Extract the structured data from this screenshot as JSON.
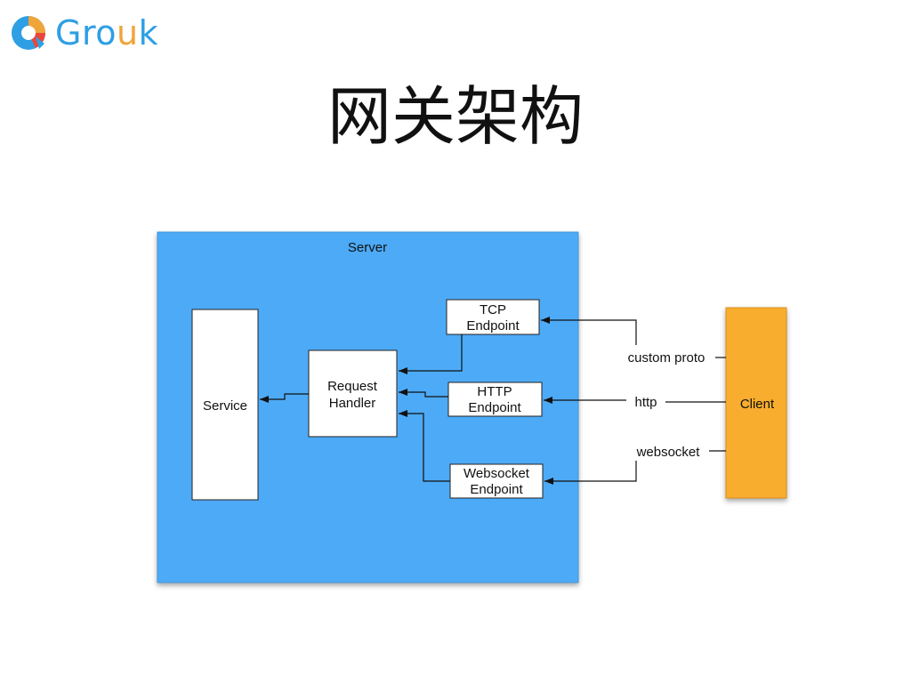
{
  "brand": {
    "name_main": "Gro",
    "name_accent": "u",
    "name_tail": "k"
  },
  "page": {
    "title": "网关架构"
  },
  "diagram": {
    "server_label": "Server",
    "service_label": "Service",
    "request_handler": [
      "Request",
      "Handler"
    ],
    "tcp_endpoint": [
      "TCP",
      "Endpoint"
    ],
    "http_endpoint": [
      "HTTP",
      "Endpoint"
    ],
    "websocket_endpoint": [
      "Websocket",
      "Endpoint"
    ],
    "client_label": "Client",
    "protocols": {
      "custom": "custom proto",
      "http": "http",
      "websocket": "websocket"
    }
  },
  "colors": {
    "server_fill": "#4eaaf6",
    "client_fill": "#f9ad2f",
    "brand_blue": "#2e9fe4",
    "brand_orange": "#f0a53a"
  }
}
